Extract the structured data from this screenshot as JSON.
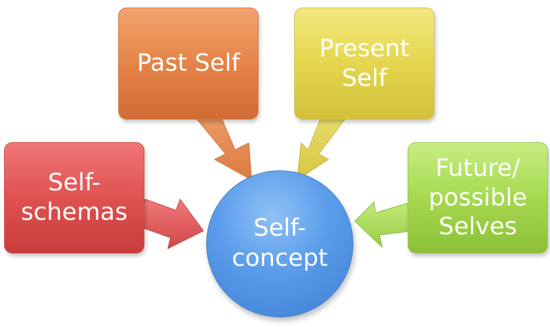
{
  "nodes": {
    "self_schemas": "Self-\nschemas",
    "past_self": "Past Self",
    "present_self": "Present\nSelf",
    "future_selves": "Future/\npossible\nSelves",
    "self_concept": "Self-\nconcept"
  },
  "colors": {
    "self_schemas": "#e05252",
    "past_self": "#e58448",
    "present_self": "#e5d64e",
    "future_selves": "#a6d94f",
    "self_concept": "#5a9bea"
  }
}
